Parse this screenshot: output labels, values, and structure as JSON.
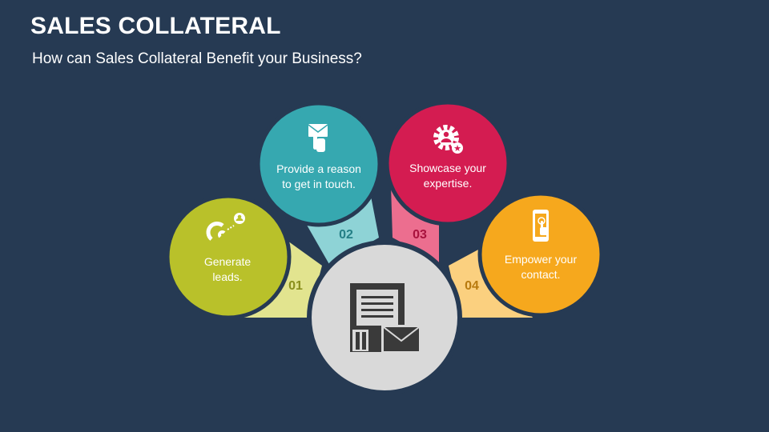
{
  "header": {
    "title": "SALES COLLATERAL",
    "subtitle": "How can Sales Collateral Benefit your Business?"
  },
  "items": [
    {
      "number": "01",
      "line1": "Generate",
      "line2": "leads.",
      "icon": "magnet-icon",
      "color": "#b9c12a",
      "tab_color": "#e2e48f",
      "number_color": "#8a8f1c"
    },
    {
      "number": "02",
      "line1": "Provide a reason",
      "line2": "to get in touch.",
      "icon": "hand-envelope-icon",
      "color": "#36a8b0",
      "tab_color": "#8ed3d6",
      "number_color": "#247f86"
    },
    {
      "number": "03",
      "line1": "Showcase your",
      "line2": "expertise.",
      "icon": "gear-user-star-icon",
      "color": "#d41c51",
      "tab_color": "#ec6e8f",
      "number_color": "#a8123d"
    },
    {
      "number": "04",
      "line1": "Empower your",
      "line2": "contact.",
      "icon": "phone-touch-icon",
      "color": "#f6a81d",
      "tab_color": "#fbd07f",
      "number_color": "#b87a0e"
    }
  ],
  "center": {
    "icon": "document-card-envelope-icon",
    "color": "#d9d9d9"
  }
}
